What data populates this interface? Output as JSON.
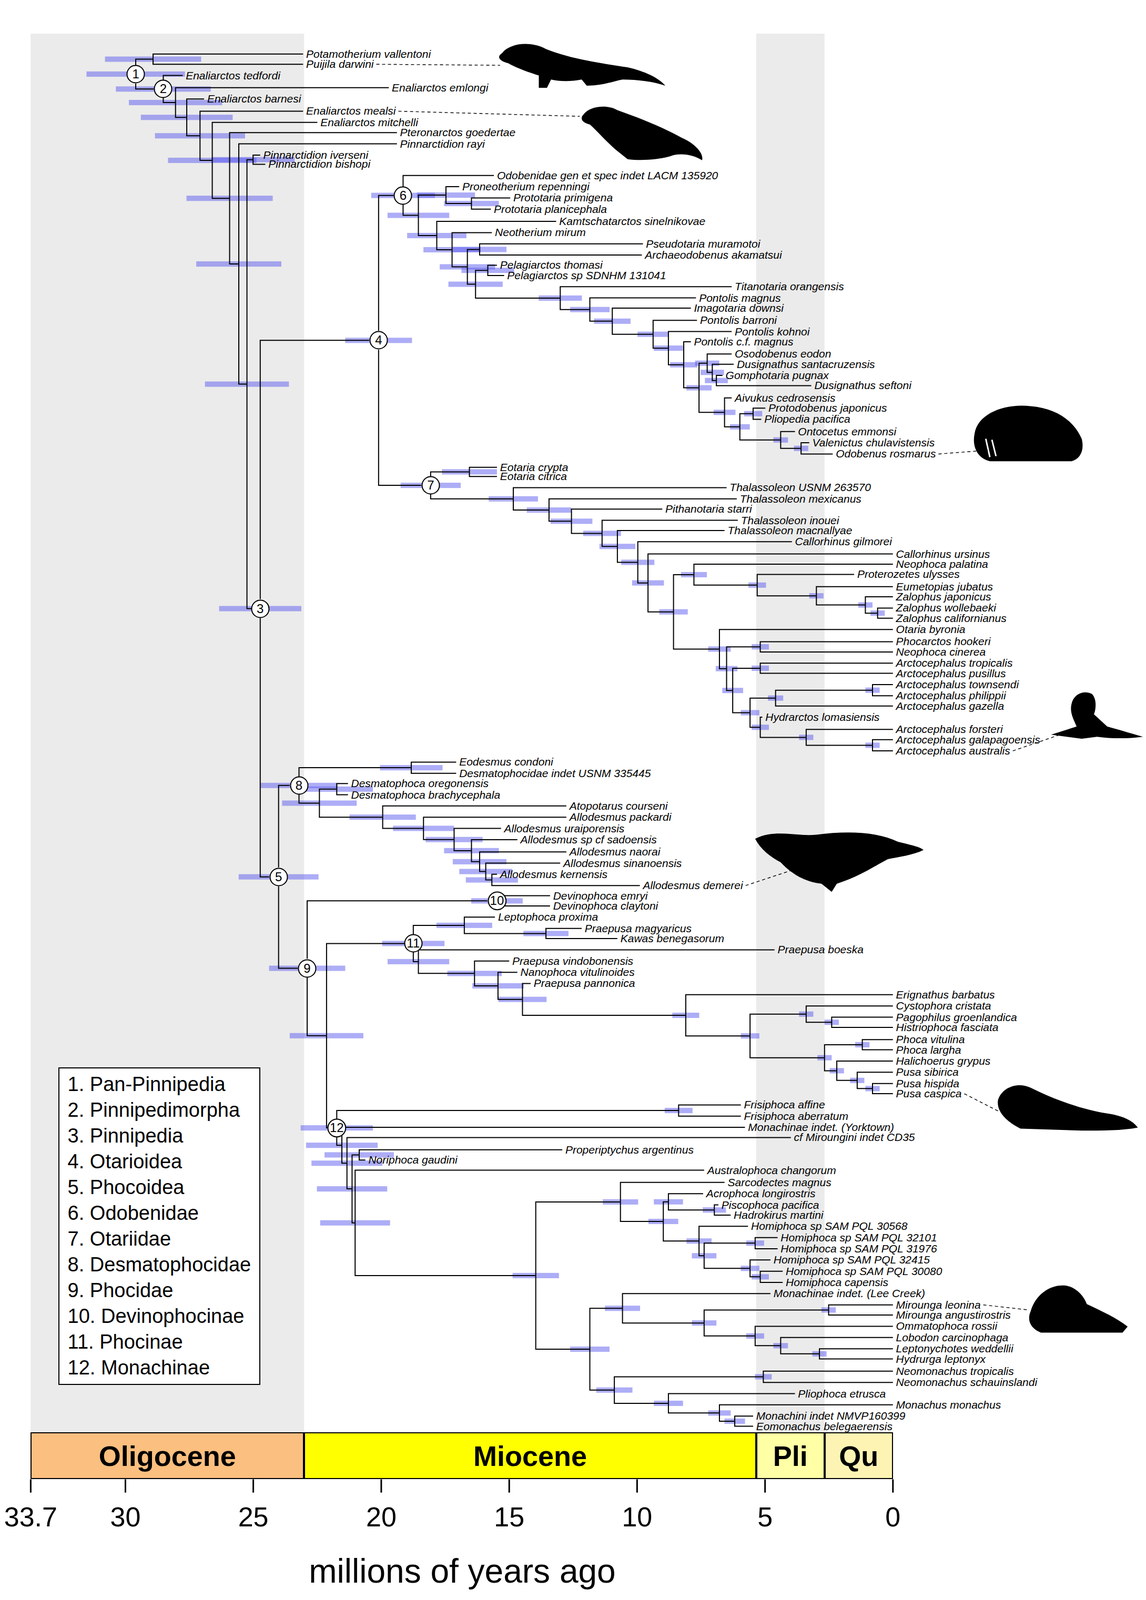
{
  "diagram": {
    "nodes": [
      {
        "text": [
          "1"
        ]
      },
      {
        "text": [
          "2"
        ]
      },
      {
        "text": [
          "3"
        ]
      },
      {
        "text": [
          "4"
        ]
      },
      {
        "text": [
          "5"
        ]
      },
      {
        "text": [
          "6"
        ]
      },
      {
        "text": [
          "7"
        ]
      },
      {
        "text": [
          "8"
        ]
      },
      {
        "text": [
          "9"
        ]
      },
      {
        "text": [
          "10"
        ]
      },
      {
        "text": [
          "11"
        ]
      },
      {
        "text": [
          "12"
        ]
      },
      {
        "text": [
          "Oligocene"
        ]
      },
      {
        "text": [
          "Miocene"
        ]
      },
      {
        "text": [
          "Pli"
        ]
      },
      {
        "text": [
          "Qu"
        ]
      }
    ],
    "edges": [
      {
        "from": 0,
        "to": 1,
        "arrow": "none"
      },
      {
        "from": 2,
        "to": 3,
        "arrow": "none"
      },
      {
        "from": 2,
        "to": 4,
        "arrow": "none"
      },
      {
        "from": 3,
        "to": 5,
        "arrow": "none"
      },
      {
        "from": 3,
        "to": 6,
        "arrow": "none"
      },
      {
        "from": 4,
        "to": 7,
        "arrow": "none"
      },
      {
        "from": 4,
        "to": 8,
        "arrow": "none"
      },
      {
        "from": 8,
        "to": 9,
        "arrow": "none"
      }
    ],
    "labels": [
      "Potamotherium vallentoni",
      "Puijila darwini",
      "Enaliarctos tedfordi",
      "Enaliarctos emlongi",
      "Enaliarctos barnesi",
      "Enaliarctos mealsi",
      "Enaliarctos mitchelli",
      "Pteronarctos goedertae",
      "Pinnarctidion rayi",
      "Pinnarctidion iverseni",
      "Pinnarctidion bishopi",
      "Odobenidae gen et spec indet LACM 135920",
      "Proneotherium repenningi",
      "Prototaria primigena",
      "Prototaria planicephala",
      "Kamtschatarctos sinelnikovae",
      "Neotherium mirum",
      "Pseudotaria muramotoi",
      "Archaeodobenus akamatsui",
      "Pelagiarctos thomasi",
      "Pelagiarctos sp SDNHM 131041",
      "Titanotaria orangensis",
      "Pontolis magnus",
      "Imagotaria downsi",
      "Pontolis barroni",
      "Pontolis kohnoi",
      "Pontolis c.f. magnus",
      "Osodobenus eodon",
      "Dusignathus santacruzensis",
      "Gomphotaria pugnax",
      "Dusignathus seftoni",
      "Aivukus cedrosensis",
      "Protodobenus japonicus",
      "Pliopedia pacifica",
      "Ontocetus emmonsi",
      "Valenictus chulavistensis",
      "Odobenus rosmarus",
      "Eotaria crypta",
      "Eotaria citrica",
      "Thalassoleon USNM 263570",
      "Thalassoleon mexicanus",
      "Pithanotaria starri",
      "Thalassoleon inouei",
      "Thalassoleon macnallyae",
      "Callorhinus gilmorei",
      "Callorhinus ursinus",
      "Neophoca palatina",
      "Proterozetes ulysses",
      "Eumetopias jubatus",
      "Zalophus japonicus",
      "Zalophus wollebaeki",
      "Zalophus californianus",
      "Otaria byronia",
      "Phocarctos hookeri",
      "Neophoca cinerea",
      "Arctocephalus tropicalis",
      "Arctocephalus pusillus",
      "Arctocephalus townsendi",
      "Arctocephalus philippii",
      "Arctocephalus gazella",
      "Hydrarctos lomasiensis",
      "Arctocephalus forsteri",
      "Arctocephalus galapagoensis",
      "Arctocephalus australis",
      "Eodesmus condoni",
      "Desmatophocidae indet USNM 335445",
      "Desmatophoca oregonensis",
      "Desmatophoca brachycephala",
      "Atopotarus courseni",
      "Allodesmus packardi",
      "Allodesmus uraiporensis",
      "Allodesmus sp cf sadoensis",
      "Allodesmus naorai",
      "Allodesmus sinanoensis",
      "Allodesmus kernensis",
      "Allodesmus demerei",
      "Devinophoca emryi",
      "Devinophoca claytoni",
      "Leptophoca proxima",
      "Praepusa magyaricus",
      "Kawas benegasorum",
      "Praepusa boeska",
      "Praepusa vindobonensis",
      "Nanophoca vitulinoides",
      "Praepusa pannonica",
      "Erignathus barbatus",
      "Cystophora cristata",
      "Pagophilus groenlandica",
      "Histriophoca fasciata",
      "Phoca vitulina",
      "Phoca largha",
      "Halichoerus grypus",
      "Pusa sibirica",
      "Pusa hispida",
      "Pusa caspica",
      "Frisiphoca affine",
      "Frisiphoca aberratum",
      "Monachinae indet. (Yorktown)",
      "cf Miroungini indet CD35",
      "Properiptychus argentinus",
      "Noriphoca gaudini",
      "Australophoca changorum",
      "Sarcodectes magnus",
      "Acrophoca longirostris",
      "Piscophoca pacifica",
      "Hadrokirus martini",
      "Homiphoca sp SAM PQL 30568",
      "Homiphoca sp SAM PQL 32101",
      "Homiphoca sp SAM PQL 31976",
      "Homiphoca sp SAM PQL 32415",
      "Homiphoca sp SAM PQL 30080",
      "Homiphoca capensis",
      "Monachinae indet. (Lee Creek)",
      "Mirounga leonina",
      "Mirounga angustirostris",
      "Ommatophoca rossii",
      "Lobodon carcinophaga",
      "Leptonychotes weddellii",
      "Hydrurga leptonyx",
      "Neomonachus tropicalis",
      "Neomonachus schauinslandi",
      "Pliophoca etrusca",
      "Monachus monachus",
      "Monachini indet NMVP160399",
      "Eomonachus belegaerensis",
      "33.7",
      "30",
      "25",
      "20",
      "15",
      "10",
      "5",
      "0",
      "millions of years ago"
    ],
    "legend": [
      {
        "text": "1. Pan-Pinnipedia"
      },
      {
        "text": "2. Pinnipedimorpha"
      },
      {
        "text": "3. Pinnipedia"
      },
      {
        "text": "4. Otarioidea"
      },
      {
        "text": "5. Phocoidea"
      },
      {
        "text": "6. Odobenidae"
      },
      {
        "text": "7. Otariidae"
      },
      {
        "text": "8. Desmatophocidae"
      },
      {
        "text": "9. Phocidae"
      },
      {
        "text": "10. Devinophocinae"
      },
      {
        "text": "11. Phocinae"
      },
      {
        "text": "12. Monachinae"
      }
    ]
  }
}
